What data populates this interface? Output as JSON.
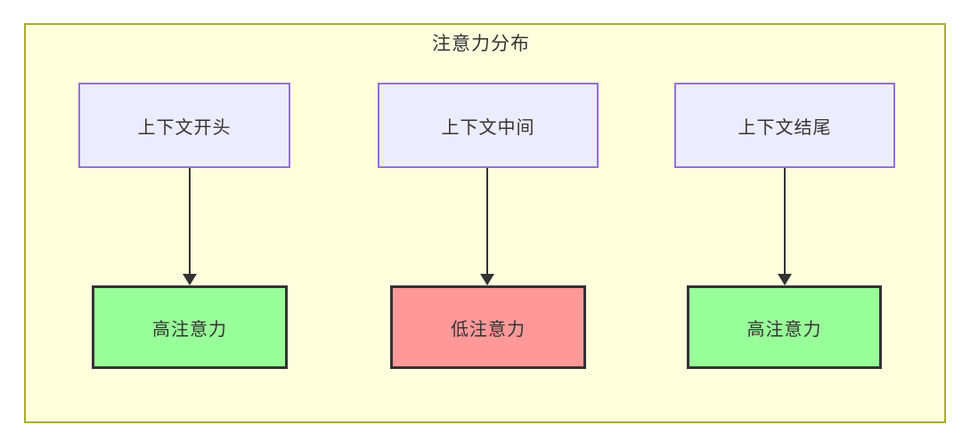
{
  "diagram": {
    "title": "注意力分布",
    "top_nodes": [
      {
        "label": "上下文开头"
      },
      {
        "label": "上下文中间"
      },
      {
        "label": "上下文结尾"
      }
    ],
    "bottom_nodes": [
      {
        "label": "高注意力",
        "level": "high"
      },
      {
        "label": "低注意力",
        "level": "low"
      },
      {
        "label": "高注意力",
        "level": "high"
      }
    ],
    "edges": [
      {
        "from": "上下文开头",
        "to": "高注意力"
      },
      {
        "from": "上下文中间",
        "to": "低注意力"
      },
      {
        "from": "上下文结尾",
        "to": "高注意力"
      }
    ],
    "colors": {
      "container_bg": "#ffffde",
      "container_border": "#aaaa33",
      "top_node_bg": "#ececff",
      "top_node_border": "#9370db",
      "high_attention_bg": "#99ff99",
      "low_attention_bg": "#ff9999",
      "result_node_border": "#333333",
      "edge_color": "#333333",
      "text_color": "#333333"
    }
  }
}
